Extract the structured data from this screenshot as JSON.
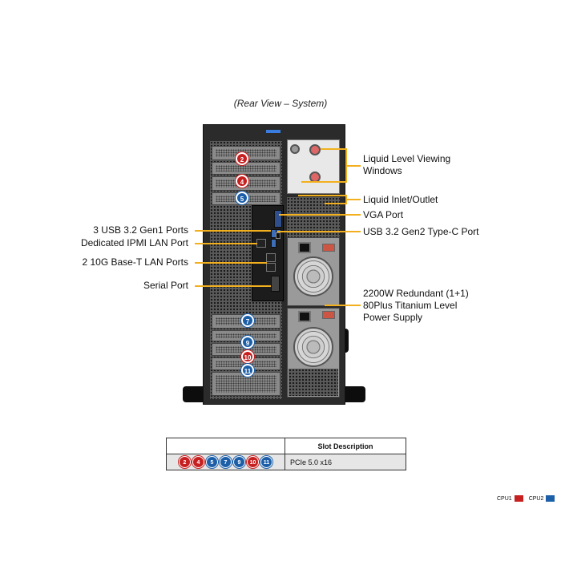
{
  "view_title": "(Rear View – System)",
  "callouts": {
    "liquid_level": [
      "Liquid Level Viewing",
      "Windows"
    ],
    "liquid_inlet": "Liquid Inlet/Outlet",
    "vga": "VGA Port",
    "usb_typec": "USB 3.2 Gen2 Type-C Port",
    "usb_gen1": "3 USB 3.2 Gen1 Ports",
    "ipmi": "Dedicated IPMI  LAN Port",
    "lan10g": "2 10G Base-T LAN Ports",
    "serial": "Serial Port",
    "psu": [
      "2200W Redundant  (1+1)",
      "80Plus Titanium Level",
      "Power Supply"
    ]
  },
  "slot_badges": [
    {
      "num": "2",
      "cpu": "cpu1"
    },
    {
      "num": "4",
      "cpu": "cpu1"
    },
    {
      "num": "5",
      "cpu": "cpu2"
    },
    {
      "num": "7",
      "cpu": "cpu2"
    },
    {
      "num": "9",
      "cpu": "cpu2"
    },
    {
      "num": "10",
      "cpu": "cpu1"
    },
    {
      "num": "11",
      "cpu": "cpu2"
    }
  ],
  "table": {
    "header": "Slot Description",
    "row_description": "PCIe  5.0 x16",
    "row_badges": [
      {
        "num": "2",
        "cpu": "cpu1"
      },
      {
        "num": "4",
        "cpu": "cpu1"
      },
      {
        "num": "5",
        "cpu": "cpu2"
      },
      {
        "num": "7",
        "cpu": "cpu2"
      },
      {
        "num": "9",
        "cpu": "cpu2"
      },
      {
        "num": "10",
        "cpu": "cpu1"
      },
      {
        "num": "11",
        "cpu": "cpu2"
      }
    ]
  },
  "legend": {
    "cpu1_label": "CPU1",
    "cpu2_label": "CPU2",
    "cpu1_color": "#c62020",
    "cpu2_color": "#1c5fa8"
  }
}
